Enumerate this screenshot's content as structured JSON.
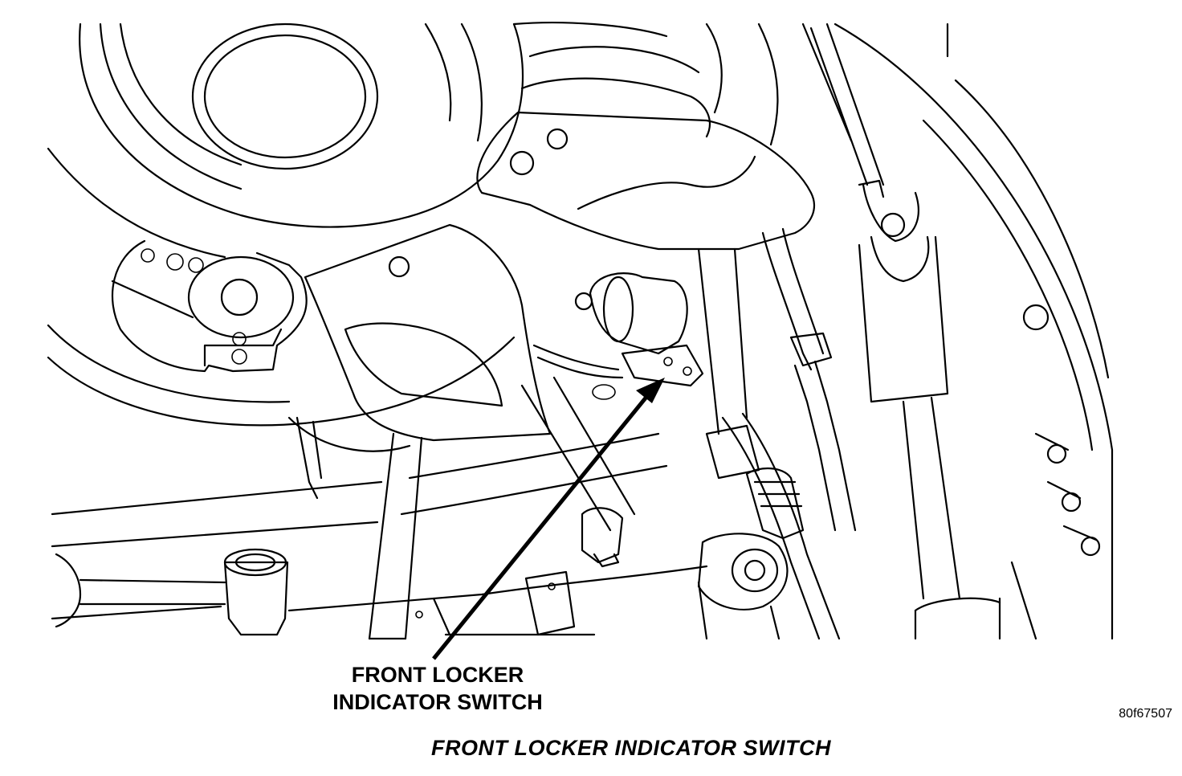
{
  "callout": {
    "line1": "FRONT LOCKER",
    "line2": "INDICATOR SWITCH"
  },
  "figure_id": "80f67507",
  "caption": "FRONT LOCKER INDICATOR SWITCH",
  "colors": {
    "line": "#000000",
    "background": "#ffffff"
  }
}
